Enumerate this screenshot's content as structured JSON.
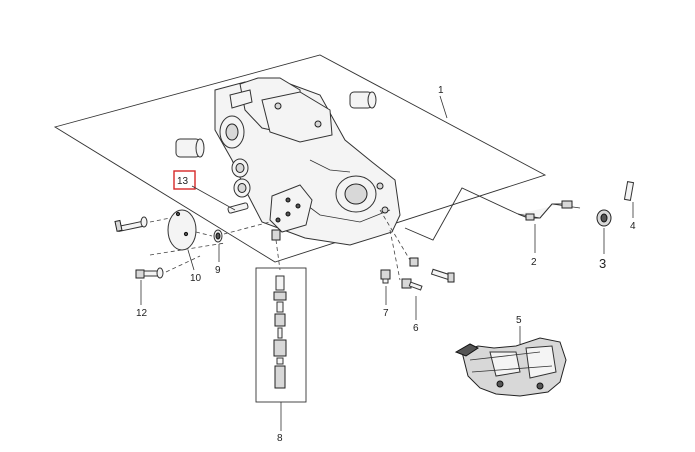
{
  "callouts": {
    "c1": "1",
    "c2": "2",
    "c3": "3",
    "c4": "4",
    "c5": "5",
    "c6": "6",
    "c7": "7",
    "c8": "8",
    "c9": "9",
    "c10": "10",
    "c12": "12",
    "c13": "13"
  },
  "highlight": {
    "callout": "13",
    "color": "#d62828"
  }
}
